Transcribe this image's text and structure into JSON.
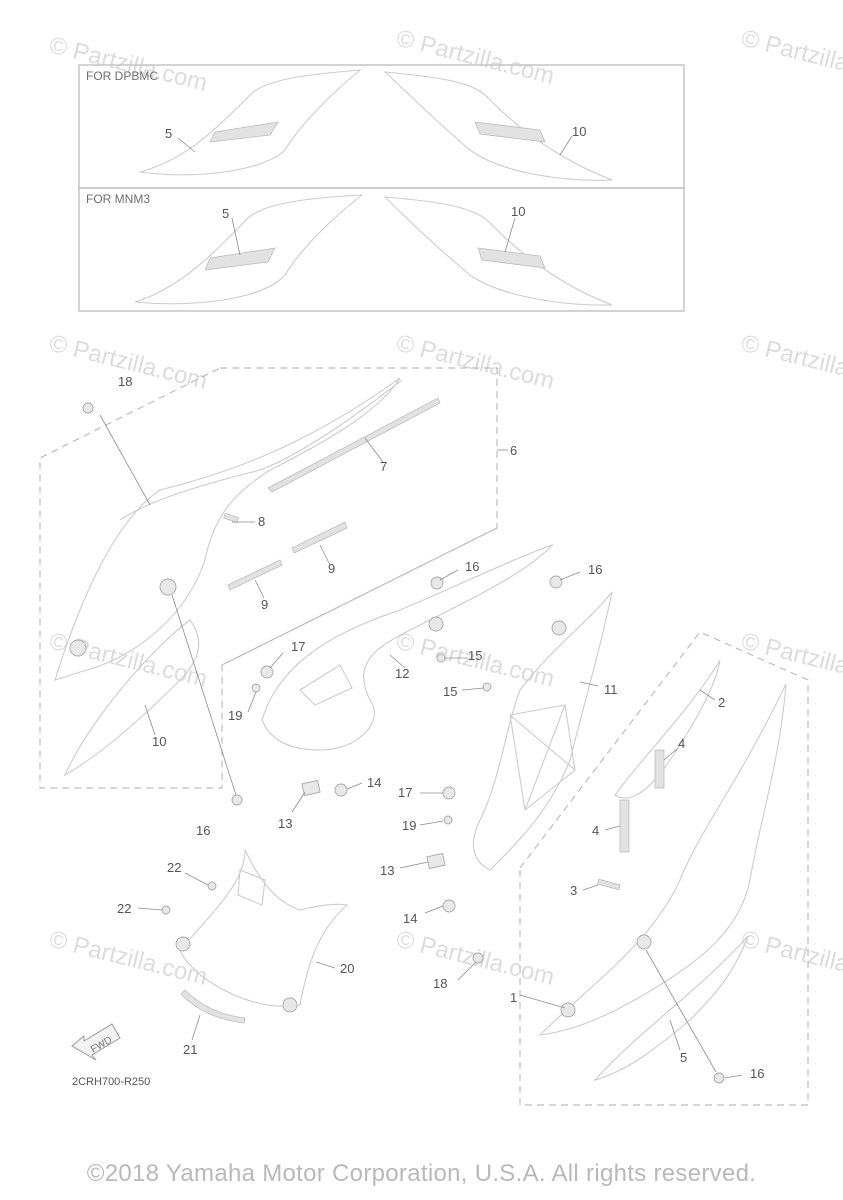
{
  "diagram": {
    "variant_boxes": [
      {
        "label": "FOR DPBMC",
        "callouts": [
          "5",
          "10"
        ]
      },
      {
        "label": "FOR MNM3",
        "callouts": [
          "5",
          "10"
        ]
      }
    ],
    "callouts": [
      "1",
      "2",
      "3",
      "4",
      "4",
      "5",
      "6",
      "7",
      "8",
      "9",
      "9",
      "10",
      "11",
      "12",
      "13",
      "13",
      "14",
      "14",
      "15",
      "15",
      "16",
      "16",
      "16",
      "16",
      "17",
      "17",
      "18",
      "18",
      "19",
      "19",
      "20",
      "21",
      "22",
      "22"
    ],
    "fwd_label": "FWD",
    "diagram_code": "2CRH700-R250",
    "watermark": "© Partzilla.com",
    "copyright": "©2018 Yamaha Motor Corporation, U.S.A. All rights reserved."
  },
  "colors": {
    "line": "#cccccc",
    "callout_text": "#555555",
    "watermark": "#dcdcdc",
    "copyright": "#b9b9b9"
  }
}
